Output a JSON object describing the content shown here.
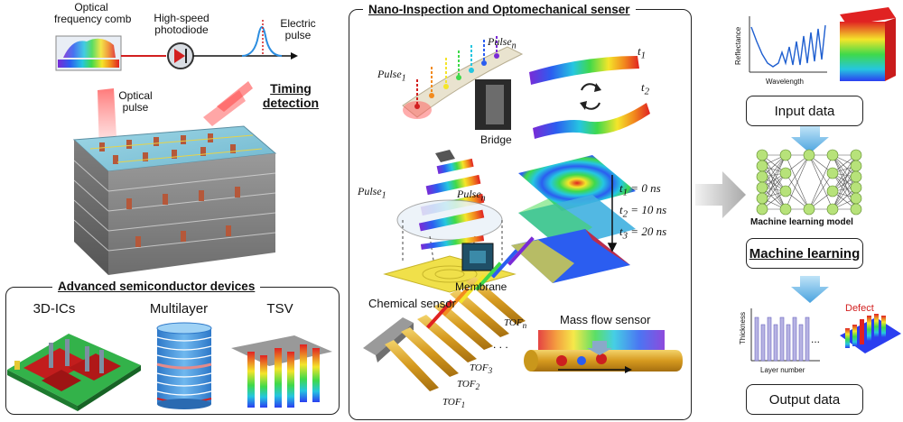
{
  "timing": {
    "comb_label": "Optical\nfrequency comb",
    "photodiode_label": "High-speed\nphotodiode",
    "electric_label": "Electric\npulse",
    "optical_label": "Optical\npulse",
    "timing_label": "Timing\ndetection"
  },
  "devices": {
    "title": "Advanced semiconductor devices",
    "items": [
      "3D-ICs",
      "Multilayer",
      "TSV"
    ]
  },
  "nano": {
    "title": "Nano-Inspection and Optomechanical senser",
    "pulse1": "Pulse",
    "pulse1_sub": "1",
    "pulsen": "Pulse",
    "pulsen_sub": "n",
    "bridge": "Bridge",
    "t1": "t",
    "t1_sub": "1",
    "t2": "t",
    "t2_sub": "2",
    "membrane": "Membrane",
    "time_labels": [
      {
        "t": "t",
        "sub": "1",
        "val": " = 0 ns"
      },
      {
        "t": "t",
        "sub": "2",
        "val": " = 10 ns"
      },
      {
        "t": "t",
        "sub": "3",
        "val": " = 20 ns"
      }
    ],
    "chemical": "Chemical sensor",
    "massflow": "Mass flow sensor",
    "tof": [
      {
        "t": "TOF",
        "sub": "n"
      },
      {
        "t": "TOF",
        "sub": "3"
      },
      {
        "t": "TOF",
        "sub": "2"
      },
      {
        "t": "TOF",
        "sub": "1"
      }
    ]
  },
  "ml": {
    "reflectance": "Reflectance",
    "wavelength": "Wavelength",
    "input": "Input data",
    "model": "Machine learning model",
    "ml": "Machine learning",
    "thickness": "Thickness",
    "layer_number": "Layer number",
    "defect": "Defect",
    "ellipsis": "...",
    "output": "Output data"
  },
  "colors": {
    "accent_red": "#d21f1f",
    "arrow_blue": "#4aa3df",
    "node_green": "#b7e27a"
  }
}
